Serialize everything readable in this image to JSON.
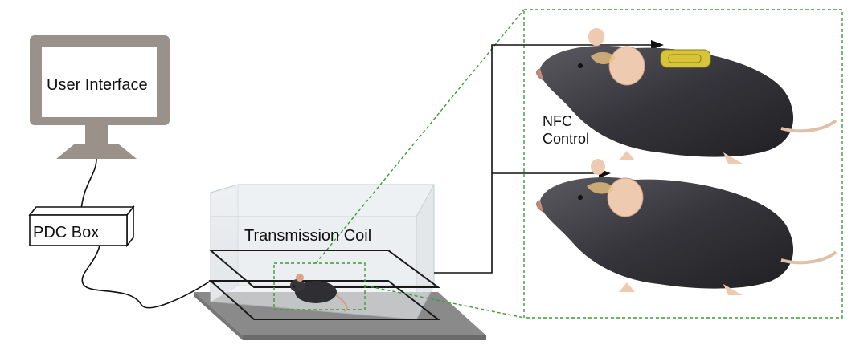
{
  "labels": {
    "user_interface": "User Interface",
    "pdc_box": "PDC Box",
    "transmission_coil": "Transmission Coil",
    "nfc_line1": "NFC",
    "nfc_line2": "Control"
  },
  "colors": {
    "monitor_frame": "#9b918b",
    "monitor_screen": "#ffffff",
    "callout_dash": "#3f9a3a",
    "mouse_fur": "#3a3a3e",
    "mouse_skin": "#e9b79c",
    "implant": "#d8c43a",
    "platform": "#8a8a8a",
    "enclosure": "#e6eaee"
  },
  "icons": [
    "monitor-icon",
    "box-icon",
    "enclosure-icon",
    "mouse-icon",
    "arrow-icon"
  ]
}
